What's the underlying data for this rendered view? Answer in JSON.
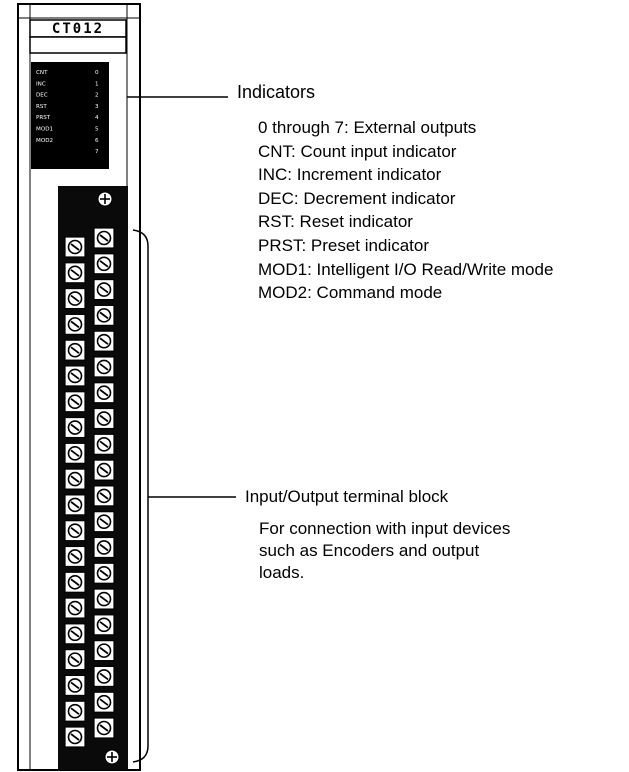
{
  "module": {
    "model_label": "CT012",
    "led_panel": {
      "rows": [
        {
          "name": "CNT",
          "num": "0"
        },
        {
          "name": "INC",
          "num": "1"
        },
        {
          "name": "DEC",
          "num": "2"
        },
        {
          "name": "RST",
          "num": "3"
        },
        {
          "name": "PRST",
          "num": "4"
        },
        {
          "name": "MOD1",
          "num": "5"
        },
        {
          "name": "MOD2",
          "num": "6"
        },
        {
          "name": "",
          "num": "7"
        }
      ]
    },
    "terminal_block": {
      "rows": 20
    }
  },
  "callouts": {
    "indicators": {
      "title": "Indicators",
      "items": [
        "0 through 7: External outputs",
        "CNT: Count input indicator",
        "INC: Increment indicator",
        "DEC: Decrement indicator",
        "RST: Reset indicator",
        "PRST:  Preset indicator",
        "MOD1: Intelligent I/O Read/Write mode",
        "MOD2: Command mode"
      ]
    },
    "terminal_block": {
      "title": "Input/Output terminal block",
      "description_lines": [
        "For connection with input devices",
        "such as Encoders and output",
        "loads."
      ]
    }
  }
}
